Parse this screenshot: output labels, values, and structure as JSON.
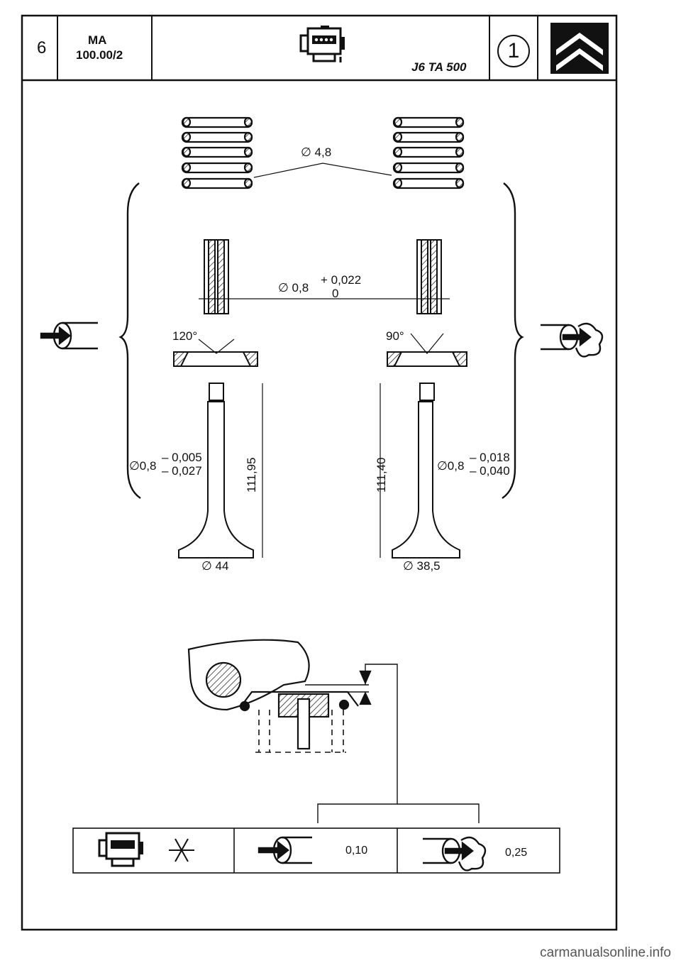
{
  "header": {
    "page_number": "6",
    "ref_line1": "MA",
    "ref_line2": "100.00/2",
    "model": "J6 TA 500",
    "sheet_number": "1",
    "engine_icon": "engine-icon",
    "brand_icon": "citroen-chevron-logo"
  },
  "diagram": {
    "spring_wire_diameter": "∅ 4,8",
    "guide_diameter": "∅ 0,8",
    "guide_tol_upper": "+ 0,022",
    "guide_tol_lower": "0",
    "intake": {
      "seat_angle": "120°",
      "stem_diameter": "∅0,8",
      "stem_tol_upper": "– 0,005",
      "stem_tol_lower": "– 0,027",
      "length": "111,95",
      "head_diameter": "∅ 44",
      "icon": "intake-arrow-icon"
    },
    "exhaust": {
      "seat_angle": "90°",
      "stem_diameter": "∅0,8",
      "stem_tol_upper": "– 0,018",
      "stem_tol_lower": "– 0,040",
      "length": "111,40",
      "head_diameter": "∅ 38,5",
      "icon": "exhaust-cloud-icon"
    }
  },
  "clearance_table": {
    "condition_icons": [
      "engine-icon",
      "snowflake-icon"
    ],
    "intake_value": "0,10",
    "exhaust_value": "0,25"
  },
  "watermark": "carmanualsonline.info"
}
